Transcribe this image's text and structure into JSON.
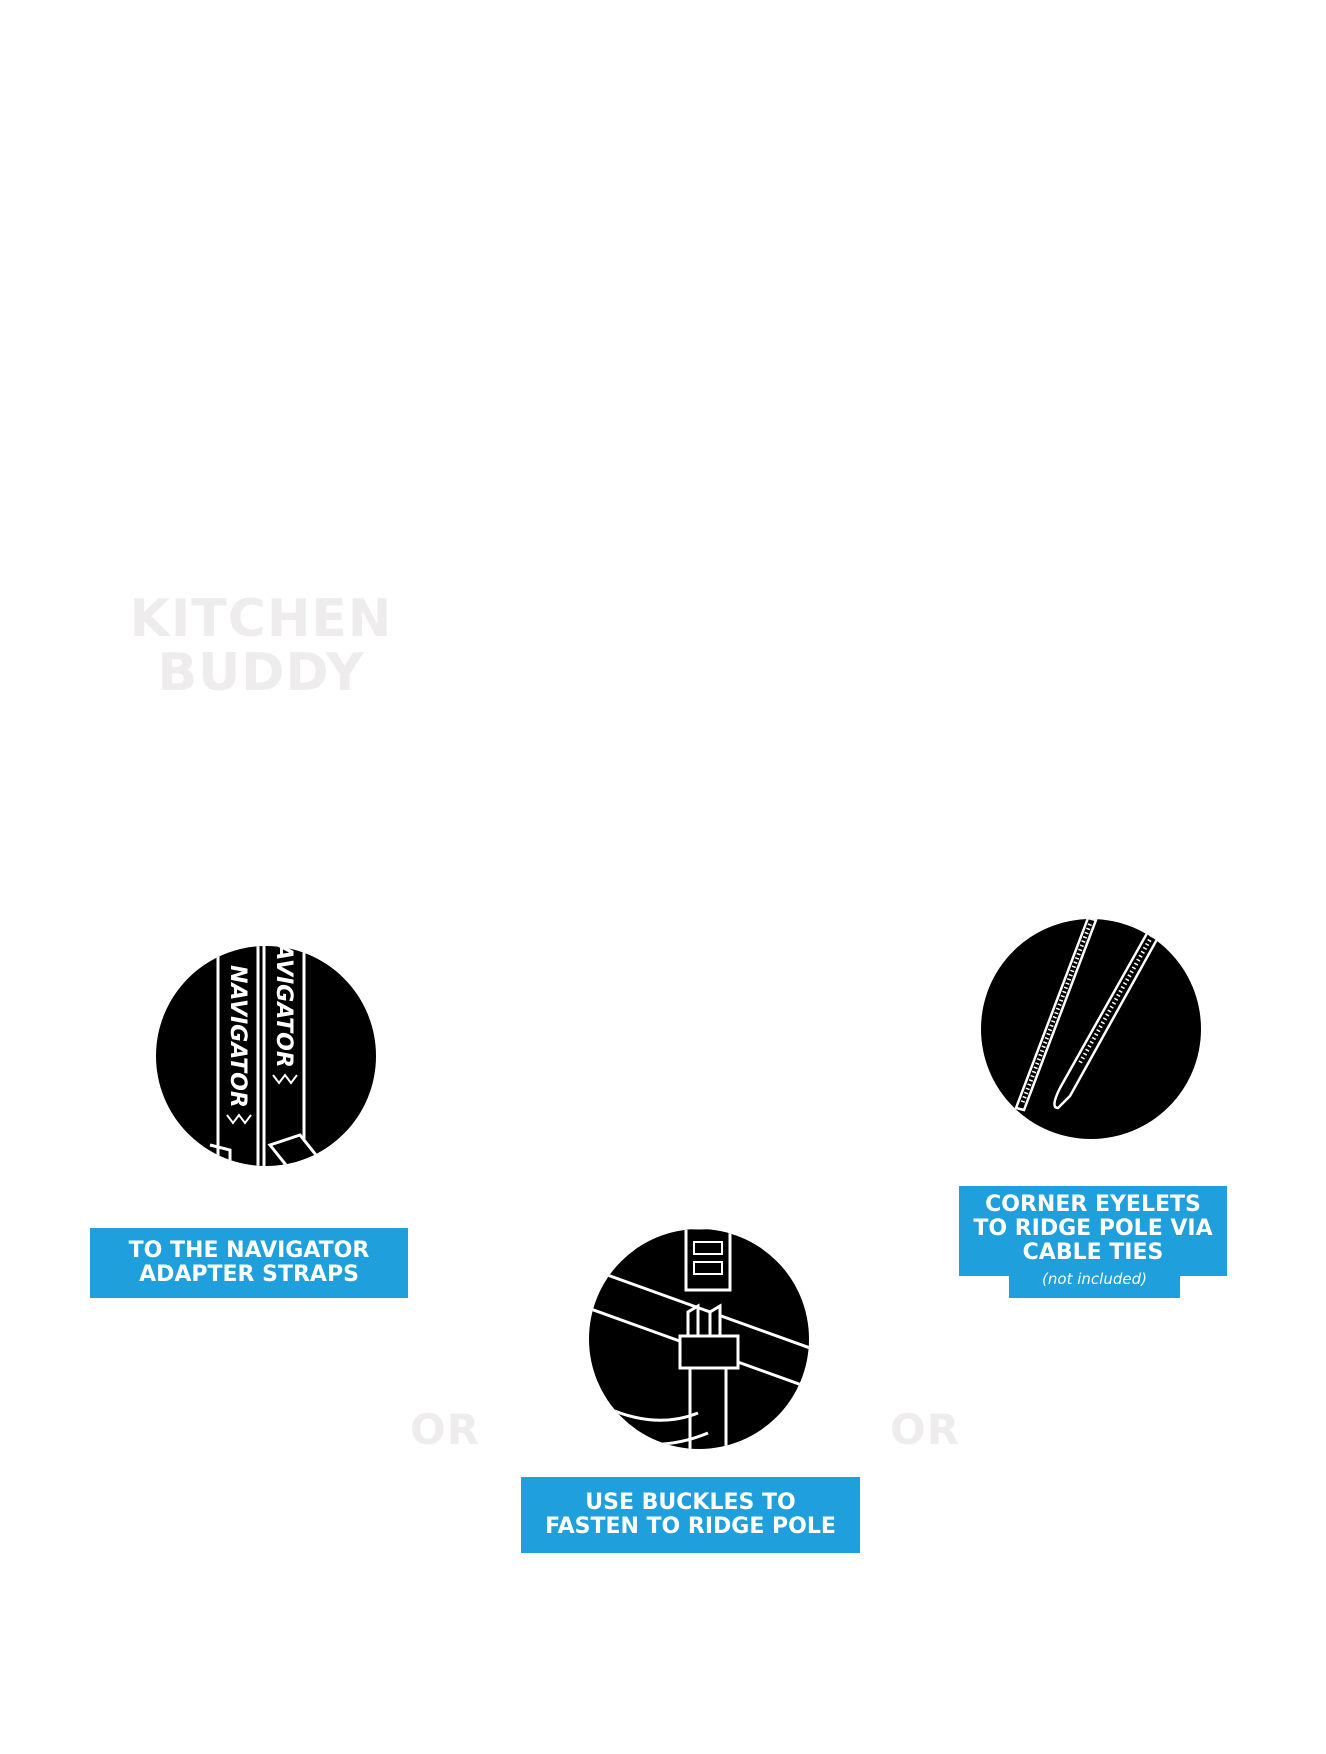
{
  "title": {
    "line1": "KITCHEN",
    "line2": "BUDDY"
  },
  "options": [
    {
      "illustration": "navigator-strap-illustration",
      "strap_text": "NAVIGATOR",
      "label_line1": "TO THE NAVIGATOR",
      "label_line2": "ADAPTER STRAPS"
    },
    {
      "illustration": "buckle-illustration",
      "label_line1": "USE BUCKLES TO",
      "label_line2": "FASTEN TO RIDGE POLE"
    },
    {
      "illustration": "cable-ties-illustration",
      "label_line1": "CORNER EYELETS",
      "label_line2": "TO RIDGE POLE VIA",
      "label_line3": "CABLE TIES",
      "note": "(not included)"
    }
  ],
  "separators": {
    "left": "OR",
    "right": "OR"
  },
  "colors": {
    "accent": "#1f9fdc",
    "title_gray": "#efeced",
    "illustration_fill": "#000000"
  }
}
